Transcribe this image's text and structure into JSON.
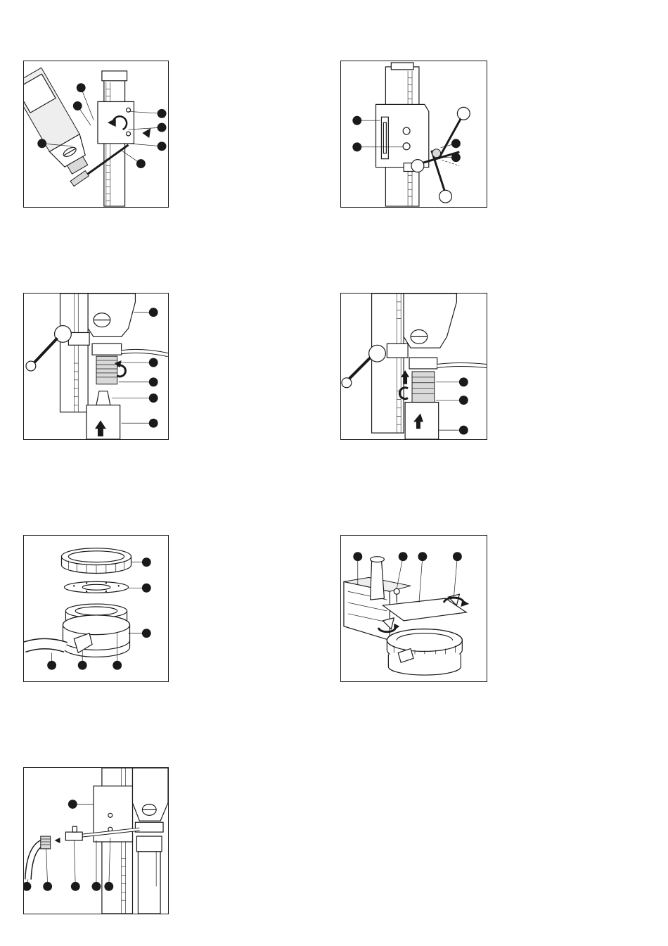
{
  "page": {
    "background": "#ffffff",
    "ink": "#1a1a1a"
  },
  "figures": [
    {
      "id": "fig1",
      "subject": "drill-motor-tilted-on-column",
      "callouts": 7
    },
    {
      "id": "fig2",
      "subject": "carriage-with-cross-handle",
      "callouts": 4
    },
    {
      "id": "fig3",
      "subject": "core-bit-mounting",
      "callouts": 5
    },
    {
      "id": "fig4",
      "subject": "core-bit-removal",
      "callouts": 3
    },
    {
      "id": "fig5",
      "subject": "water-collector-ring-parts",
      "callouts": 6
    },
    {
      "id": "fig6",
      "subject": "water-collector-on-base",
      "callouts": 4
    },
    {
      "id": "fig7",
      "subject": "water-hose-connection",
      "callouts": 6
    }
  ]
}
